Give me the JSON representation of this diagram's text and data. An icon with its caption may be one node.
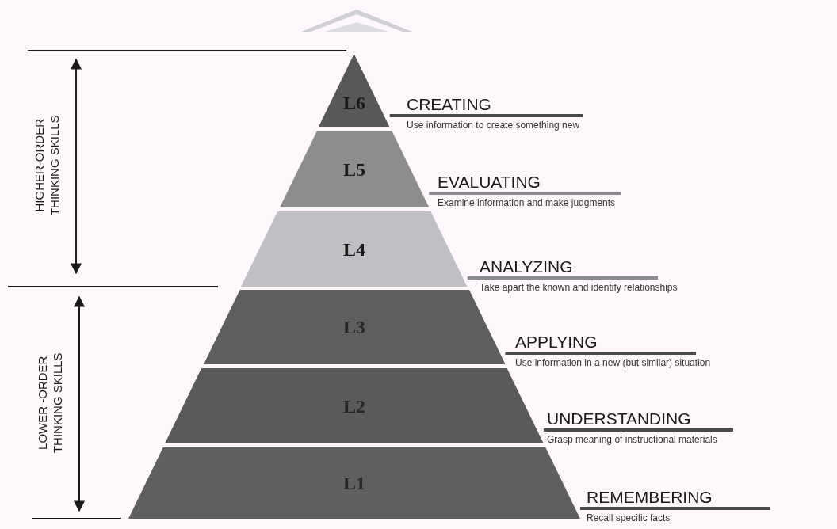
{
  "diagram": {
    "nodes": [
      {
        "text": [
          "L6"
        ]
      },
      {
        "text": [
          "L5"
        ]
      },
      {
        "text": [
          "L4"
        ]
      },
      {
        "text": [
          "L3"
        ]
      },
      {
        "text": [
          "L2"
        ]
      },
      {
        "text": [
          "L1"
        ]
      },
      {
        "text": [
          "CREATING",
          "Use information to create something new"
        ]
      },
      {
        "text": [
          "EVALUATING",
          "Examine information and make judgments"
        ]
      },
      {
        "text": [
          "ANALYZING",
          "Take apart the known and identify relationships"
        ]
      },
      {
        "text": [
          "APPLYING",
          "Use information in a new (but similar) situation"
        ]
      },
      {
        "text": [
          "UNDERSTANDING",
          "Grasp meaning of instructional materials"
        ]
      },
      {
        "text": [
          "REMEMBERING",
          "Recall specific facts"
        ]
      }
    ],
    "edges": [
      {
        "from": 0,
        "to": 6,
        "arrow": "none"
      },
      {
        "from": 1,
        "to": 7,
        "arrow": "none",
        "color": "#8a8a8e"
      },
      {
        "from": 2,
        "to": 8,
        "arrow": "none",
        "color": "#8a8a8e"
      },
      {
        "from": 3,
        "to": 9,
        "arrow": "none"
      },
      {
        "from": 4,
        "to": 10,
        "arrow": "none"
      },
      {
        "from": 5,
        "to": 11,
        "arrow": "none"
      }
    ],
    "labels": [
      "HIGHER-ORDER THINKING SKILLS",
      "LOWER -ORDER THINKING SKILLS"
    ]
  }
}
